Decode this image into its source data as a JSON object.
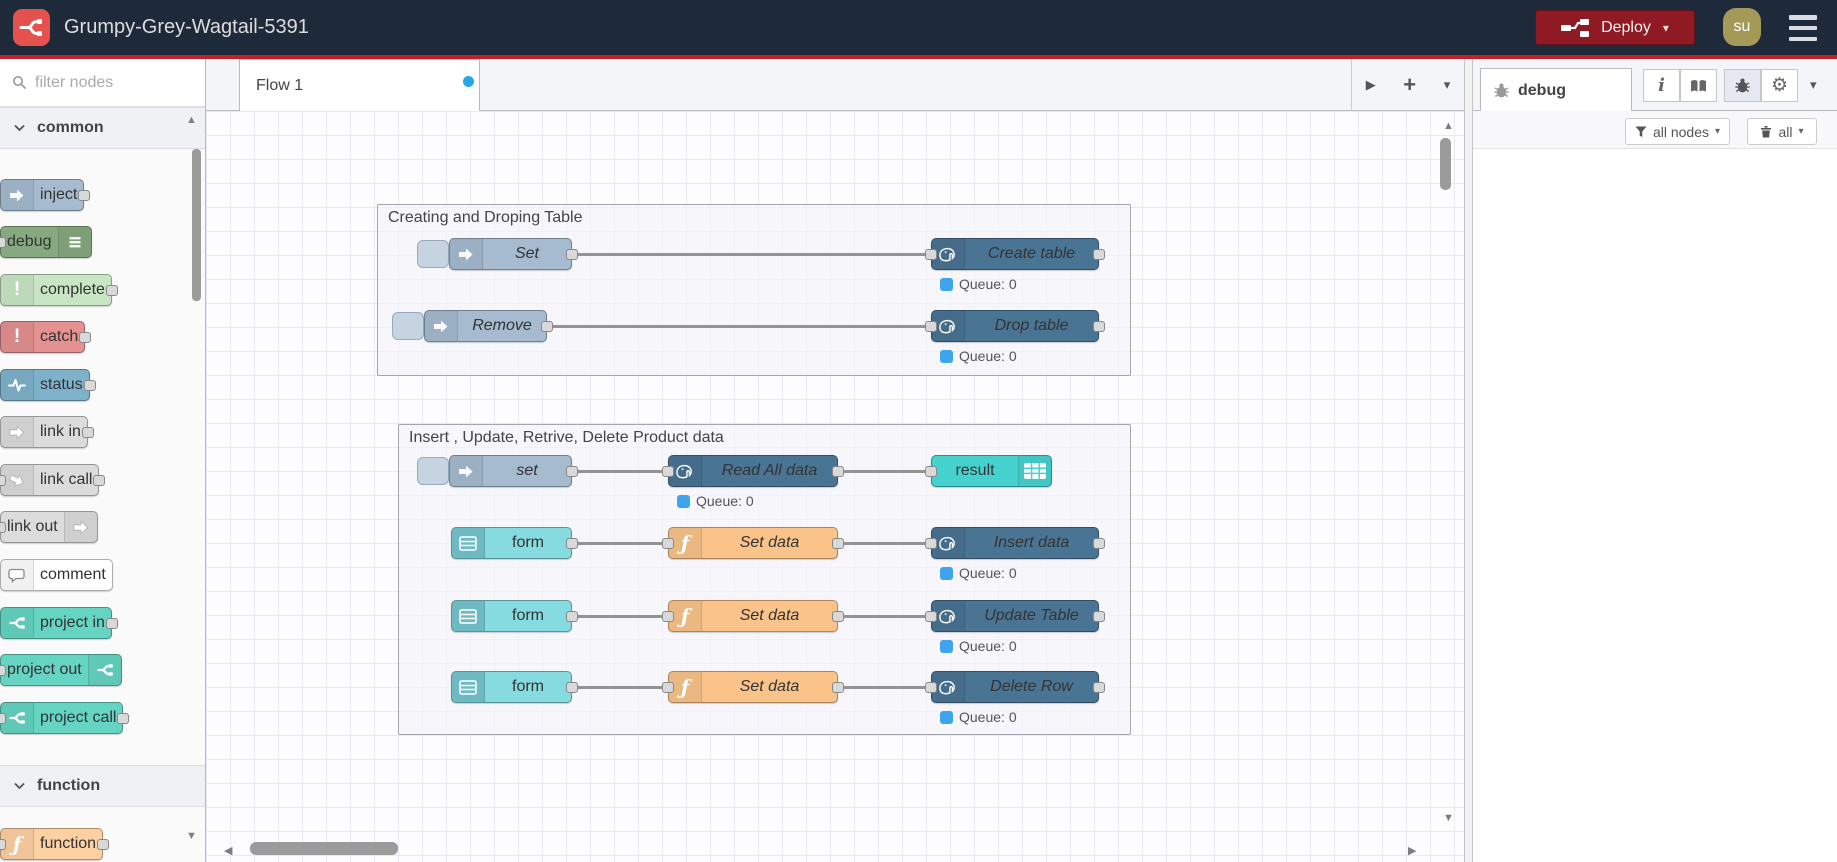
{
  "header": {
    "title": "Grumpy-Grey-Wagtail-5391",
    "deploy_label": "Deploy",
    "user_initials": "su"
  },
  "palette": {
    "filter_placeholder": "filter nodes",
    "sections": [
      {
        "label": "common",
        "items": [
          "inject",
          "debug",
          "complete",
          "catch",
          "status",
          "link in",
          "link call",
          "link out",
          "comment",
          "project in",
          "project out",
          "project call"
        ]
      },
      {
        "label": "function",
        "items": [
          "function"
        ]
      }
    ]
  },
  "flow": {
    "active_tab": "Flow 1",
    "groups": [
      {
        "title": "Creating and Droping Table",
        "inject_set": "Set",
        "db_create": "Create table",
        "status_create": "Queue: 0",
        "inject_remove": "Remove",
        "db_drop": "Drop table",
        "status_drop": "Queue: 0"
      },
      {
        "title": "Insert , Update, Retrive, Delete Product data",
        "inject_set": "set",
        "db_read": "Read All data",
        "status_read": "Queue: 0",
        "result": "result",
        "form": "form",
        "fn_setdata": "Set data",
        "db_insert": "Insert data",
        "status_insert": "Queue: 0",
        "db_update": "Update Table",
        "status_update": "Queue: 0",
        "db_delete": "Delete Row",
        "status_delete": "Queue: 0"
      }
    ]
  },
  "sidebar": {
    "tab_label": "debug",
    "filter_button_label": "all nodes",
    "clear_button_label": "all"
  },
  "icons": {
    "gear": "⚙",
    "caret_down": "▾",
    "play": "▶",
    "plus": "+",
    "exclamation": "!",
    "info": "i",
    "function_glyph": "ƒ",
    "scroll_up": "▲",
    "scroll_down": "▼",
    "scroll_left": "◀",
    "scroll_right": "▶"
  },
  "colors": {
    "header_bg": "#1e2a39",
    "accent_red": "#c21f2c",
    "deploy_red": "#8f1a23",
    "logo_red": "#e5514d",
    "avatar_olive": "#a39a58",
    "inject": "#a6bbcf",
    "debug": "#87a980",
    "complete": "#c9e6c4",
    "catch": "#e49191",
    "status_node": "#7eb2cb",
    "link": "#dcdcdc",
    "comment": "#ffffff",
    "project": "#66d4c2",
    "function_palette": "#fdd0a2",
    "function_canvas": "#fac38a",
    "postgres": "#4a7494",
    "form": "#85dbe0",
    "result": "#45d2cf",
    "status_dot_blue": "#3fa4ee",
    "flow_dirty_dot": "#25a8e6"
  }
}
